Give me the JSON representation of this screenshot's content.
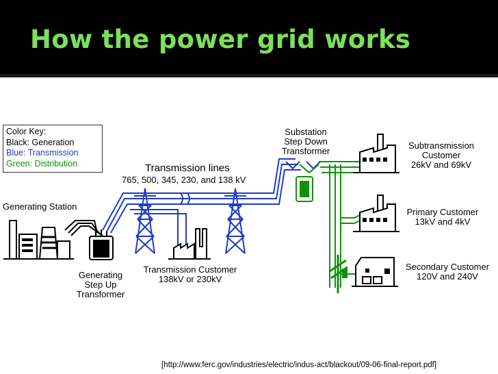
{
  "slide": {
    "title": "How the power grid works",
    "source": "[http://www.ferc.gov/industries/electric/indus-act/blackout/09-06-final-report.pdf]"
  },
  "color_key": {
    "heading": "Color Key:",
    "black": "Black:  Generation",
    "blue": "Blue:    Transmission",
    "green": "Green: Distribution"
  },
  "labels": {
    "generating_station": "Generating Station",
    "step_up": [
      "Generating",
      "Step Up",
      "Transformer"
    ],
    "transmission_lines": "Transmission lines",
    "voltages": "765, 500, 345, 230, and 138 kV",
    "transmission_customer": [
      "Transmission Customer",
      "138kV or 230kV"
    ],
    "substation": [
      "Substation",
      "Step Down",
      "Transformer"
    ],
    "subtransmission": [
      "Subtransmission",
      "Customer",
      "26kV and 69kV"
    ],
    "primary": [
      "Primary Customer",
      "13kV and 4kV"
    ],
    "secondary": [
      "Secondary Customer",
      "120V and 240V"
    ]
  },
  "colors": {
    "title": "#7be05a",
    "generation": "#000000",
    "transmission": "#1e3cc8",
    "distribution": "#10900a"
  }
}
